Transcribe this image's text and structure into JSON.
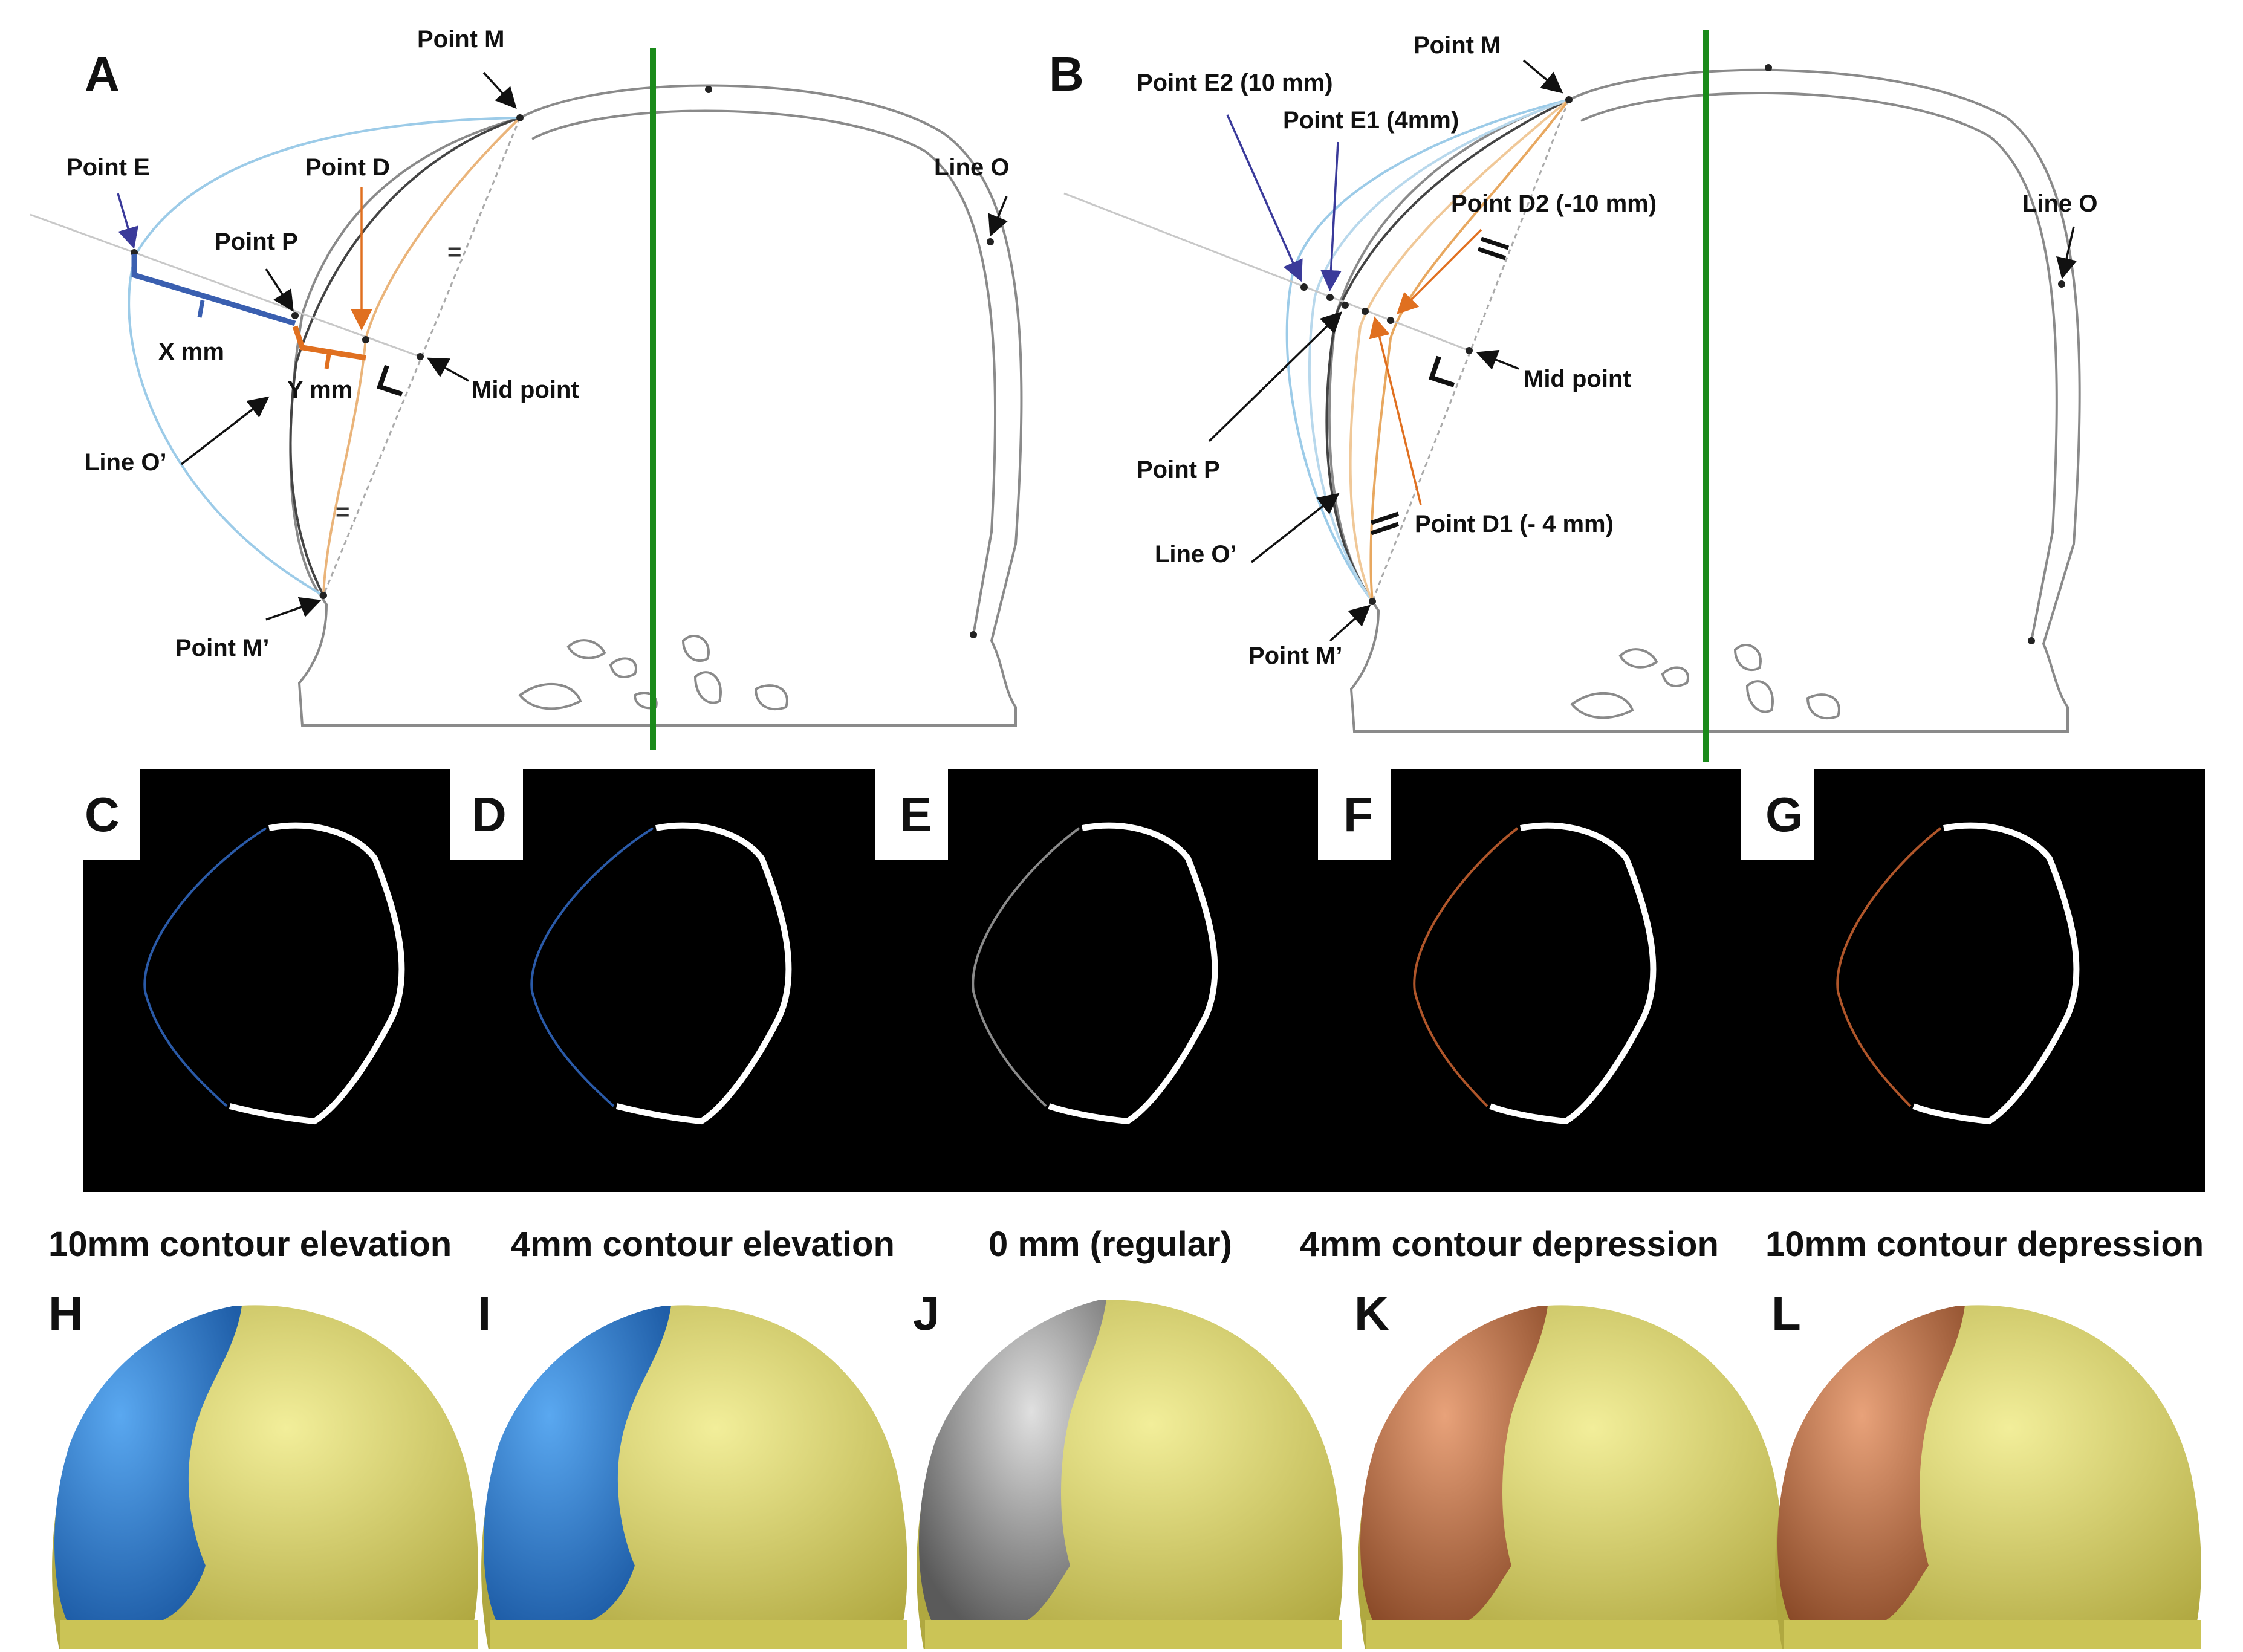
{
  "panelA": {
    "letter": "A",
    "labels": {
      "point_m": "Point M",
      "point_e": "Point E",
      "point_d": "Point D",
      "point_p": "Point P",
      "x_mm": "X mm",
      "y_mm": "Y mm",
      "mid_point": "Mid point",
      "line_o_prime": "Line O’",
      "point_m_prime": "Point M’",
      "line_o": "Line O"
    }
  },
  "panelB": {
    "letter": "B",
    "labels": {
      "point_m": "Point M",
      "point_e2": "Point E2 (10 mm)",
      "point_e1": "Point E1 (4mm)",
      "point_d2": "Point D2 (-10 mm)",
      "mid_point": "Mid point",
      "point_p": "Point P",
      "line_o_prime": "Line O’",
      "point_d1": "Point D1 (- 4 mm)",
      "point_m_prime": "Point M’",
      "line_o": "Line O"
    }
  },
  "ct_panels": [
    {
      "letter": "C"
    },
    {
      "letter": "D"
    },
    {
      "letter": "E"
    },
    {
      "letter": "F"
    },
    {
      "letter": "G"
    }
  ],
  "captions": [
    "10mm contour elevation",
    "4mm contour elevation",
    "0 mm (regular)",
    "4mm contour depression",
    "10mm contour depression"
  ],
  "render_panels": [
    {
      "letter": "H",
      "implant_color": "#3b82d6"
    },
    {
      "letter": "I",
      "implant_color": "#3b82d6"
    },
    {
      "letter": "J",
      "implant_color": "#a9a9a9"
    },
    {
      "letter": "K",
      "implant_color": "#d08a5c"
    },
    {
      "letter": "L",
      "implant_color": "#d08a5c"
    }
  ],
  "colors": {
    "midline": "#1a8a1a",
    "elevation": "#7ab8e0",
    "depression": "#e8a060",
    "skull_render": "#e8e27a",
    "ct_background": "#000000"
  }
}
